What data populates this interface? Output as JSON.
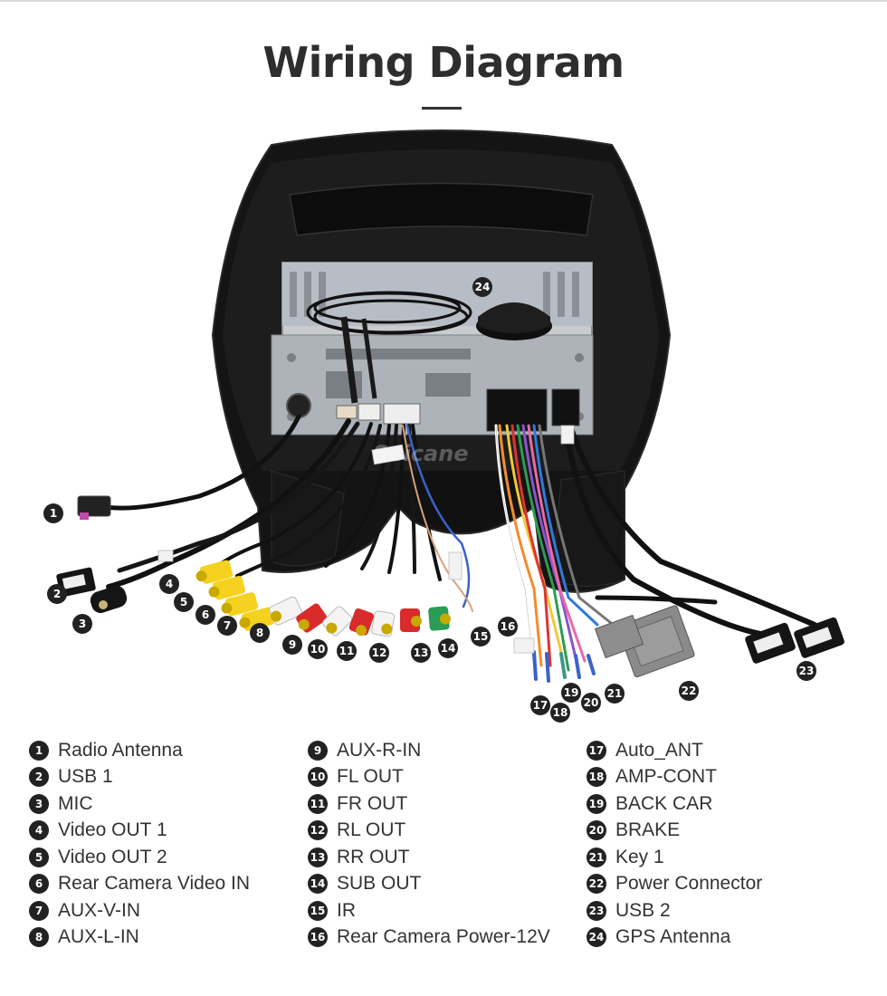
{
  "header": {
    "title": "Wiring Diagram"
  },
  "watermark": "Seicane",
  "callouts": {
    "c1": "1",
    "c2": "2",
    "c3": "3",
    "c4": "4",
    "c5": "5",
    "c6": "6",
    "c7": "7",
    "c8": "8",
    "c9": "9",
    "c10": "10",
    "c11": "11",
    "c12": "12",
    "c13": "13",
    "c14": "14",
    "c15": "15",
    "c16": "16",
    "c17": "17",
    "c18": "18",
    "c19": "19",
    "c20": "20",
    "c21": "21",
    "c22": "22",
    "c23": "23",
    "c24": "24"
  },
  "legend": {
    "col1": [
      {
        "num": "1",
        "label": "Radio Antenna"
      },
      {
        "num": "2",
        "label": "USB 1"
      },
      {
        "num": "3",
        "label": "MIC"
      },
      {
        "num": "4",
        "label": "Video OUT 1"
      },
      {
        "num": "5",
        "label": "Video OUT 2"
      },
      {
        "num": "6",
        "label": "Rear Camera Video IN"
      },
      {
        "num": "7",
        "label": "AUX-V-IN"
      },
      {
        "num": "8",
        "label": "AUX-L-IN"
      }
    ],
    "col2": [
      {
        "num": "9",
        "label": "AUX-R-IN"
      },
      {
        "num": "10",
        "label": "FL OUT"
      },
      {
        "num": "11",
        "label": "FR OUT"
      },
      {
        "num": "12",
        "label": "RL OUT"
      },
      {
        "num": "13",
        "label": "RR OUT"
      },
      {
        "num": "14",
        "label": "SUB OUT"
      },
      {
        "num": "15",
        "label": "IR"
      },
      {
        "num": "16",
        "label": "Rear Camera Power-12V"
      }
    ],
    "col3": [
      {
        "num": "17",
        "label": "Auto_ANT"
      },
      {
        "num": "18",
        "label": "AMP-CONT"
      },
      {
        "num": "19",
        "label": "BACK CAR"
      },
      {
        "num": "20",
        "label": "BRAKE"
      },
      {
        "num": "21",
        "label": "Key 1"
      },
      {
        "num": "22",
        "label": "Power Connector"
      },
      {
        "num": "23",
        "label": "USB 2"
      },
      {
        "num": "24",
        "label": "GPS Antenna"
      }
    ]
  }
}
